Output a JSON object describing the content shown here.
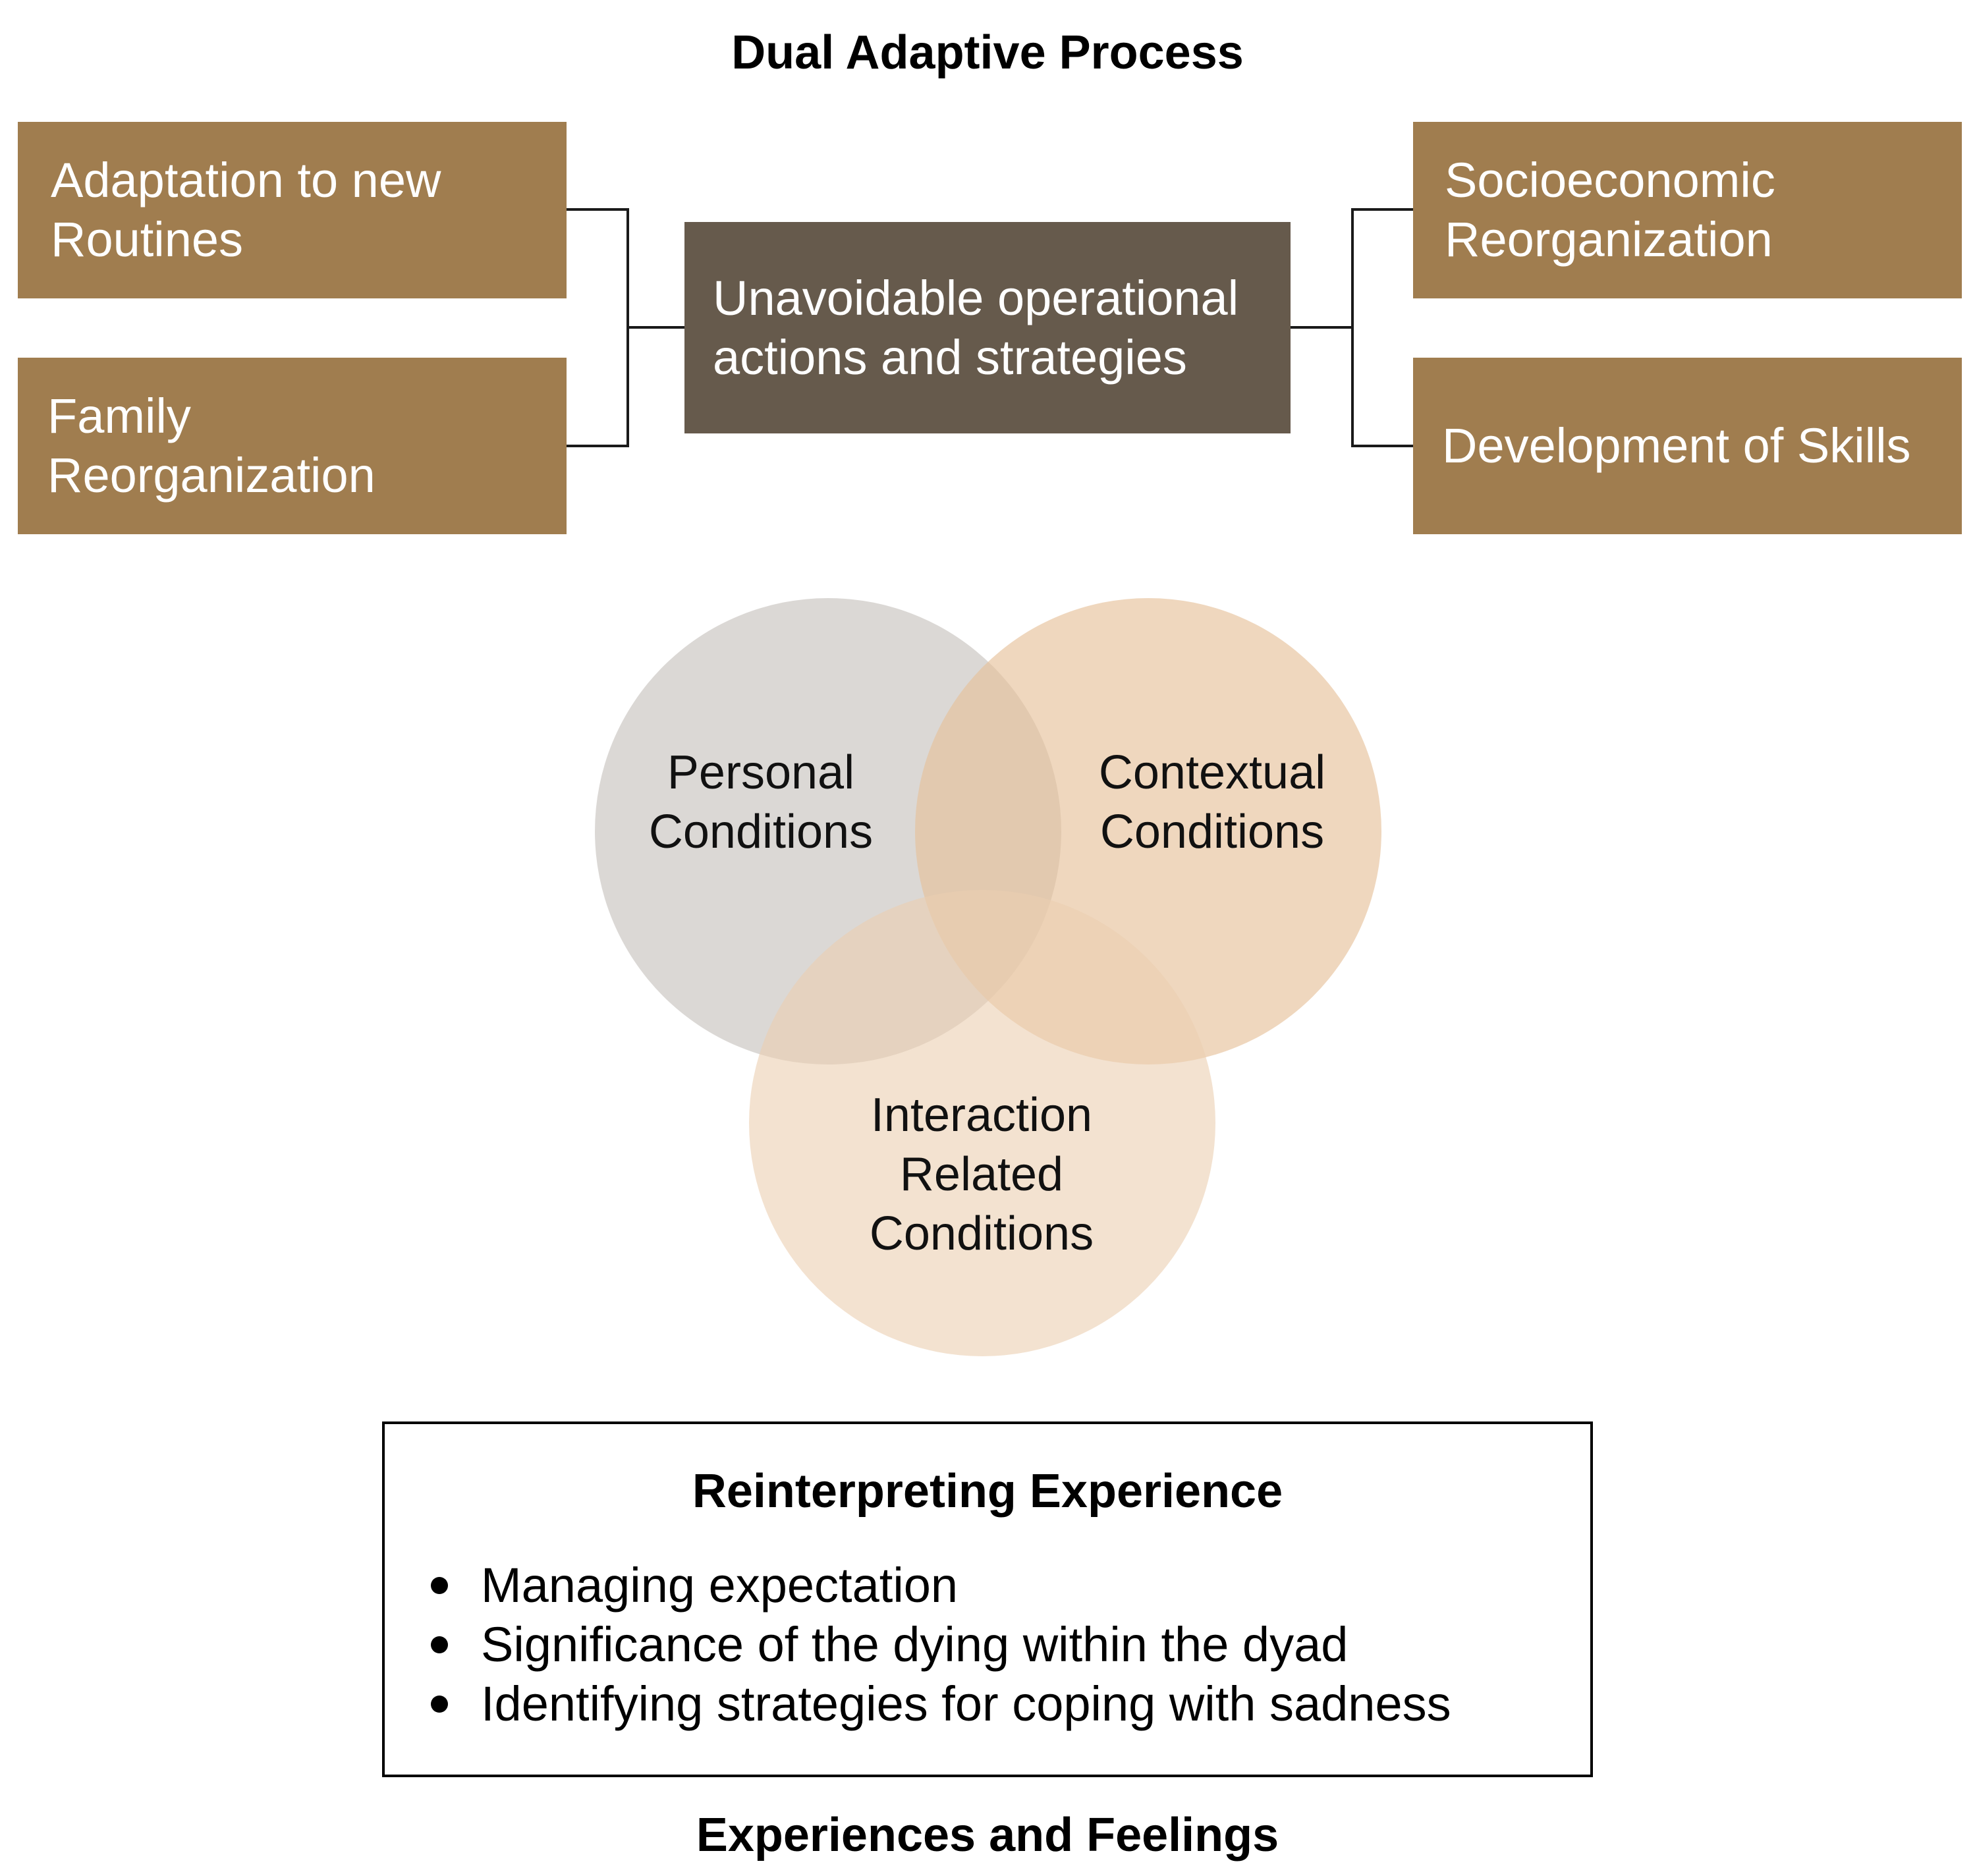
{
  "title": "Dual Adaptive Process",
  "footer_title": "Experiences and Feelings",
  "boxes": {
    "adaptation": "Adaptation to new\nRoutines",
    "family": "Family\nReorganization",
    "center": "Unavoidable operational\nactions and strategies",
    "socioeconomic": "Socioeconomic\nReorganization",
    "skills": "Development of Skills"
  },
  "venn": {
    "personal": "Personal\nConditions",
    "contextual": "Contextual\nConditions",
    "interaction": "Interaction\nRelated\nConditions"
  },
  "reinterpreting": {
    "title": "Reinterpreting Experience",
    "items": [
      "Managing expectation",
      "Significance of the dying within the dyad",
      "Identifying strategies for coping with sadness"
    ]
  },
  "colors": {
    "box_brown": "#a07d4f",
    "center_dark": "#665a4c",
    "circle_grey": "#c8c3bf",
    "circle_tan": "#e6c29b",
    "circle_light": "#ebcfb0"
  }
}
